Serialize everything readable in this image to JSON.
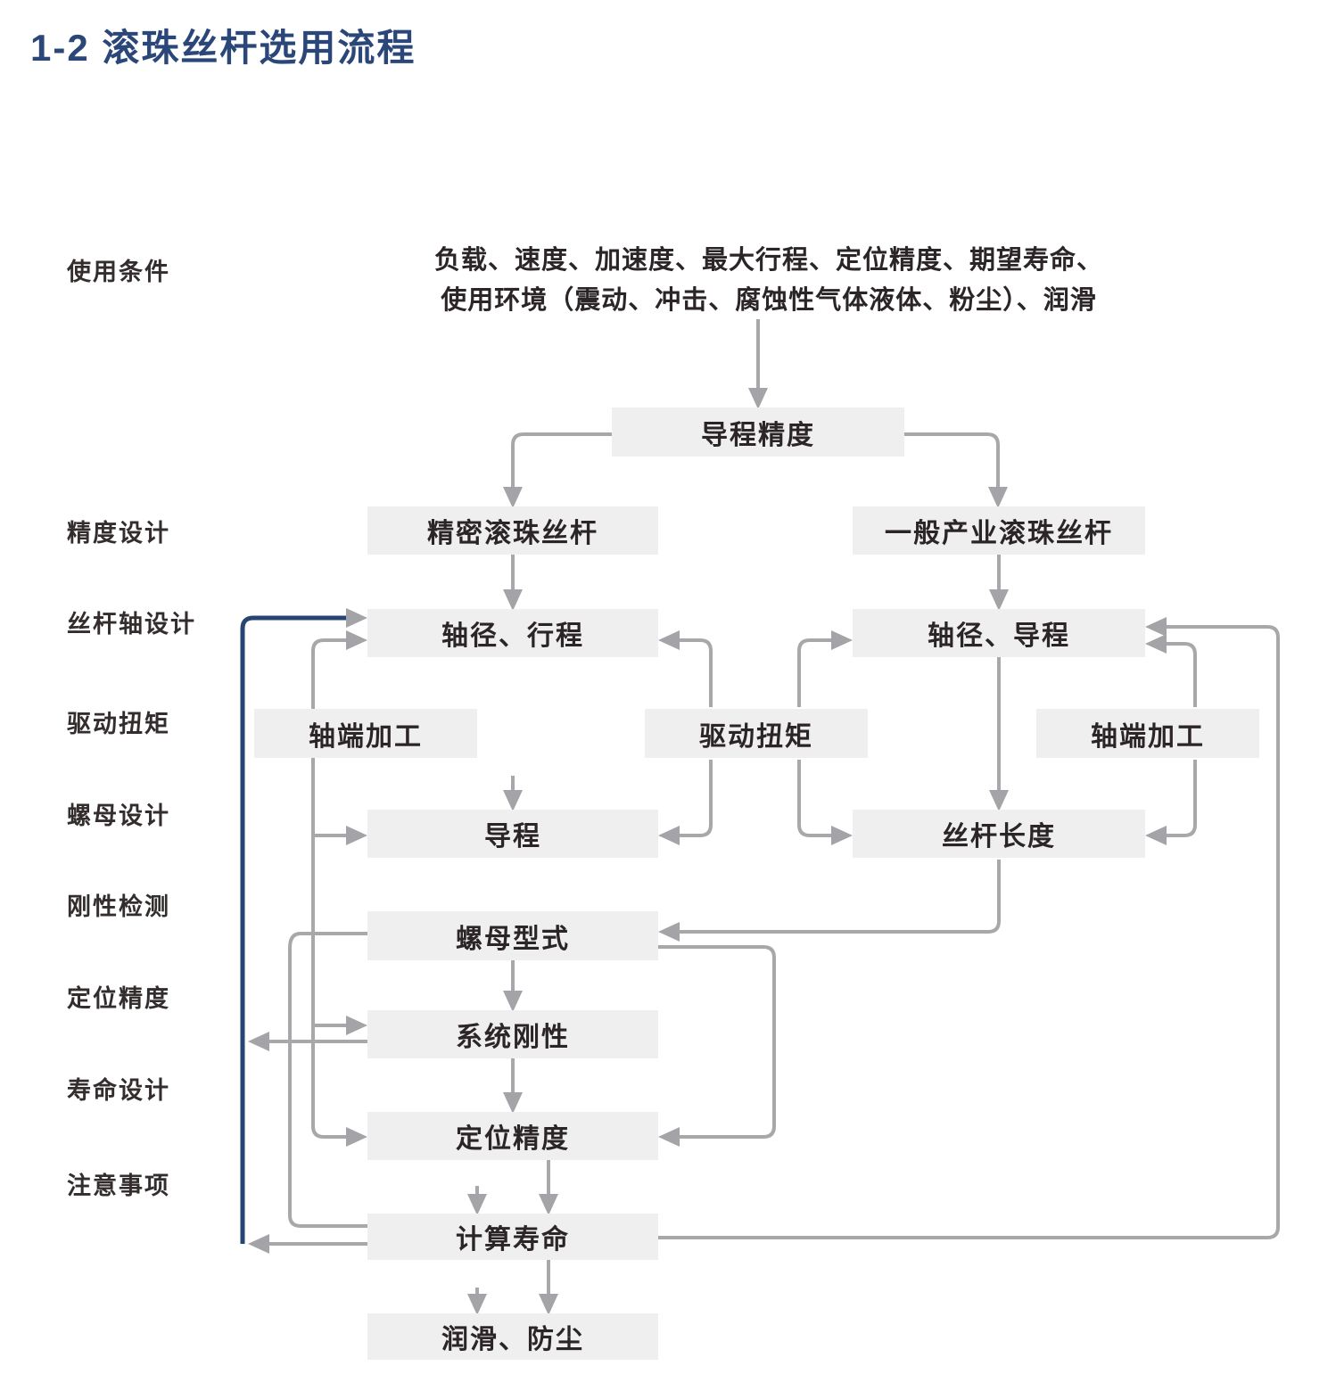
{
  "title": "1-2 滚珠丝杆选用流程",
  "stage_labels": [
    "使用条件",
    "精度设计",
    "丝杆轴设计",
    "驱动扭矩",
    "螺母设计",
    "刚性检测",
    "定位精度",
    "寿命设计",
    "注意事项"
  ],
  "conditions": {
    "line1": "负载、速度、加速度、最大行程、定位精度、期望寿命、",
    "line2": "使用环境（震动、冲击、腐蚀性气体液体、粉尘）、润滑"
  },
  "nodes": {
    "lead_accuracy": "导程精度",
    "precision_screw": "精密滚珠丝杆",
    "general_screw": "一般产业滚珠丝杆",
    "dia_stroke": "轴径、行程",
    "dia_lead": "轴径、导程",
    "shaft_end_left": "轴端加工",
    "drive_torque": "驱动扭矩",
    "shaft_end_right": "轴端加工",
    "lead": "导程",
    "screw_length": "丝杆长度",
    "nut_type": "螺母型式",
    "system_rigidity": "系统刚性",
    "positioning_accuracy": "定位精度",
    "calc_life": "计算寿命",
    "lube_dust": "润滑、防尘"
  },
  "colors": {
    "title_blue": "#2b4779",
    "feedback_blue": "#274573",
    "line_gray": "#a8a8ab",
    "arrow_gray": "#a4a4a8",
    "box_bg": "#efefef",
    "text_dark": "#2b2527"
  }
}
